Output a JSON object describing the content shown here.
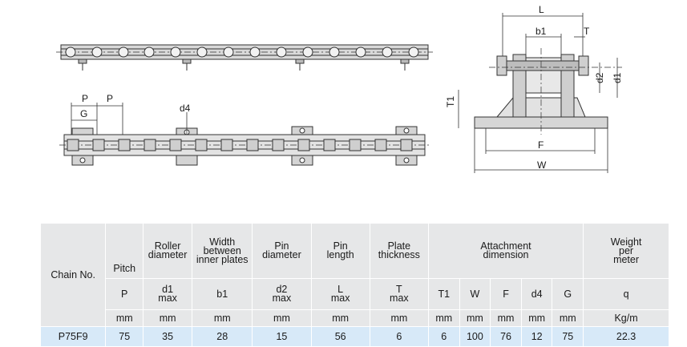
{
  "drawing": {
    "side_view": {
      "dim_P1": "P",
      "dim_P2": "P",
      "dim_G": "G",
      "dim_d4": "d4"
    },
    "end_view": {
      "dim_L": "L",
      "dim_b1": "b1",
      "dim_T": "T",
      "dim_d2": "d2",
      "dim_d1": "d1",
      "dim_T1": "T1",
      "dim_F": "F",
      "dim_W": "W"
    }
  },
  "table": {
    "chain_no_header": "Chain No.",
    "columns": {
      "pitch": {
        "title": "Pitch",
        "symbol": "P",
        "limit": "",
        "unit": "mm"
      },
      "roller": {
        "title_1": "Roller",
        "title_2": "diameter",
        "symbol": "d1",
        "limit": "max",
        "unit": "mm"
      },
      "width": {
        "title_1": "Width",
        "title_2": "between",
        "title_3": "inner plates",
        "symbol": "b1",
        "limit": "",
        "unit": "mm"
      },
      "pin_diameter": {
        "title_1": "Pin",
        "title_2": "diameter",
        "symbol": "d2",
        "limit": "max",
        "unit": "mm"
      },
      "pin_length": {
        "title_1": "Pin",
        "title_2": "length",
        "symbol": "L",
        "limit": "max",
        "unit": "mm"
      },
      "plate": {
        "title_1": "Plate",
        "title_2": "thickness",
        "symbol": "T",
        "limit": "max",
        "unit": "mm"
      },
      "attachment": {
        "title_1": "Attachment",
        "title_2": "dimension"
      },
      "T1": {
        "symbol": "T1",
        "unit": "mm"
      },
      "W": {
        "symbol": "W",
        "unit": "mm"
      },
      "F": {
        "symbol": "F",
        "unit": "mm"
      },
      "d4": {
        "symbol": "d4",
        "unit": "mm"
      },
      "G": {
        "symbol": "G",
        "unit": "mm"
      },
      "weight": {
        "title_1": "Weight",
        "title_2": "per",
        "title_3": "meter",
        "symbol": "q",
        "unit": "Kg/m"
      }
    },
    "rows": [
      {
        "chain_no": "P75F9",
        "pitch": "75",
        "d1": "35",
        "b1": "28",
        "d2": "15",
        "L": "56",
        "T": "6",
        "T1": "6",
        "W": "100",
        "F": "76",
        "d4": "12",
        "G": "75",
        "q": "22.3"
      }
    ]
  }
}
